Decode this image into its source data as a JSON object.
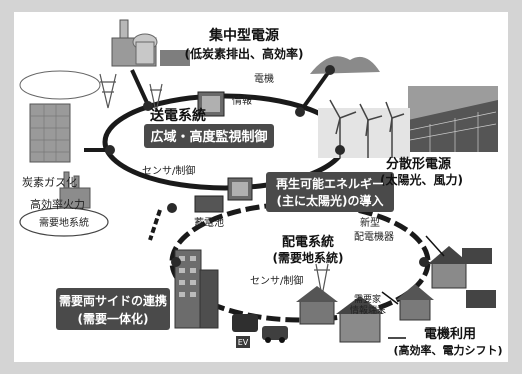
{
  "labels": {
    "central_power_line1": "集中型電源",
    "central_power_line2": "(低炭素排出、高効率)",
    "distributed_power_line1": "分散形電源",
    "distributed_power_line2": "(太陽光、風力)",
    "transmission_system": "送電系統",
    "wide_area_control": "広域・高度監視制御",
    "electric_machine": "電機",
    "information": "情報",
    "sensor_control_1": "センサ/制御",
    "sensor_control_2": "センサ/制御",
    "coal_gasification": "炭素ガス化",
    "high_efficiency_thermal": "高効率火力",
    "demand_system_oval": "需要地系統",
    "renewable_line1": "再生可能エネルギー",
    "renewable_line2": "(主に太陽光)の導入",
    "storage_battery": "蓄電池",
    "new_type_line1": "新型",
    "new_type_line2": "配電機器",
    "distribution_line1": "配電系統",
    "distribution_line2": "(需要地系統)",
    "demand_coop_line1": "需要両サイドの連携",
    "demand_coop_line2": "(需要一体化)",
    "consumer_terminal_line1": "需要家",
    "consumer_terminal_line2": "情報端末",
    "ev": "EV",
    "electric_use_line1": "電機利用",
    "electric_use_line2": "(高効率、電力シフト)"
  },
  "colors": {
    "background": "#d4d4d4",
    "panel": "#ffffff",
    "pill": "#4a4a4a",
    "ring": "#1a1a1a",
    "node": "#2a2a2a"
  }
}
